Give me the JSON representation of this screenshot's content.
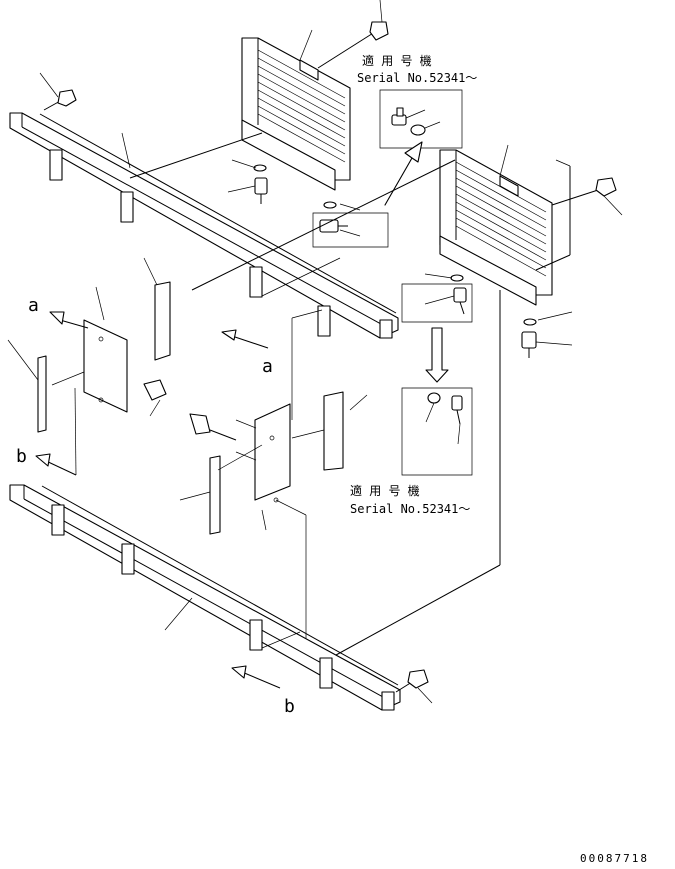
{
  "labels": {
    "serial_jp_1": "適 用 号 機",
    "serial_no_1": "Serial No.52341～",
    "serial_jp_2": "適 用 号 機",
    "serial_no_2": "Serial No.52341～",
    "view_a_top": "a",
    "view_a_bottom": "a",
    "view_b_top": "b",
    "view_b_bottom": "b",
    "drawing_number": "00087718"
  }
}
